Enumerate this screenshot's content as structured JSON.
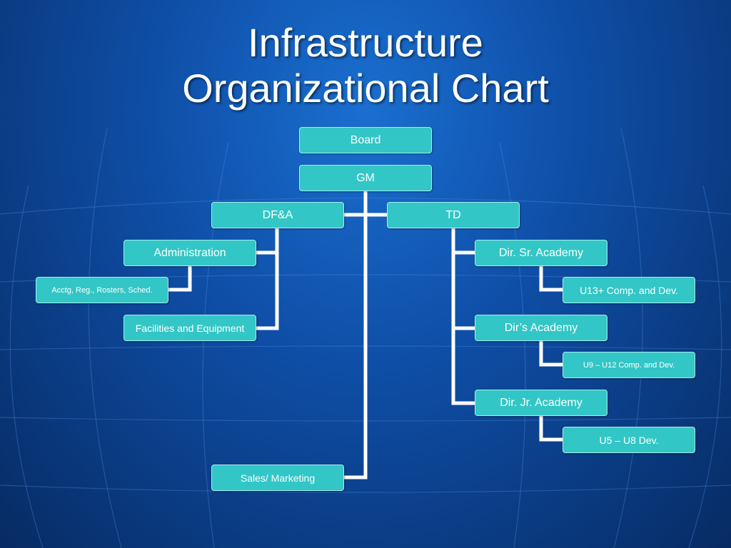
{
  "title": {
    "line1": "Infrastructure",
    "line2": "Organizational Chart"
  },
  "nodes": {
    "board": "Board",
    "gm": "GM",
    "dfa": "DF&A",
    "td": "TD",
    "administration": "Administration",
    "acctg": "Acctg, Reg., Rosters, Sched.",
    "facilities": "Facilities and Equipment",
    "sales": "Sales/ Marketing",
    "dir_sr": "Dir. Sr. Academy",
    "u13": "U13+ Comp. and Dev.",
    "dirs": "Dir’s Academy",
    "u9": "U9 – U12 Comp. and Dev.",
    "dir_jr": "Dir. Jr. Academy",
    "u5": "U5 – U8 Dev."
  },
  "colors": {
    "node_fill": "#33c6c6",
    "connector": "#ffffff",
    "background": "#0f4fa8"
  }
}
